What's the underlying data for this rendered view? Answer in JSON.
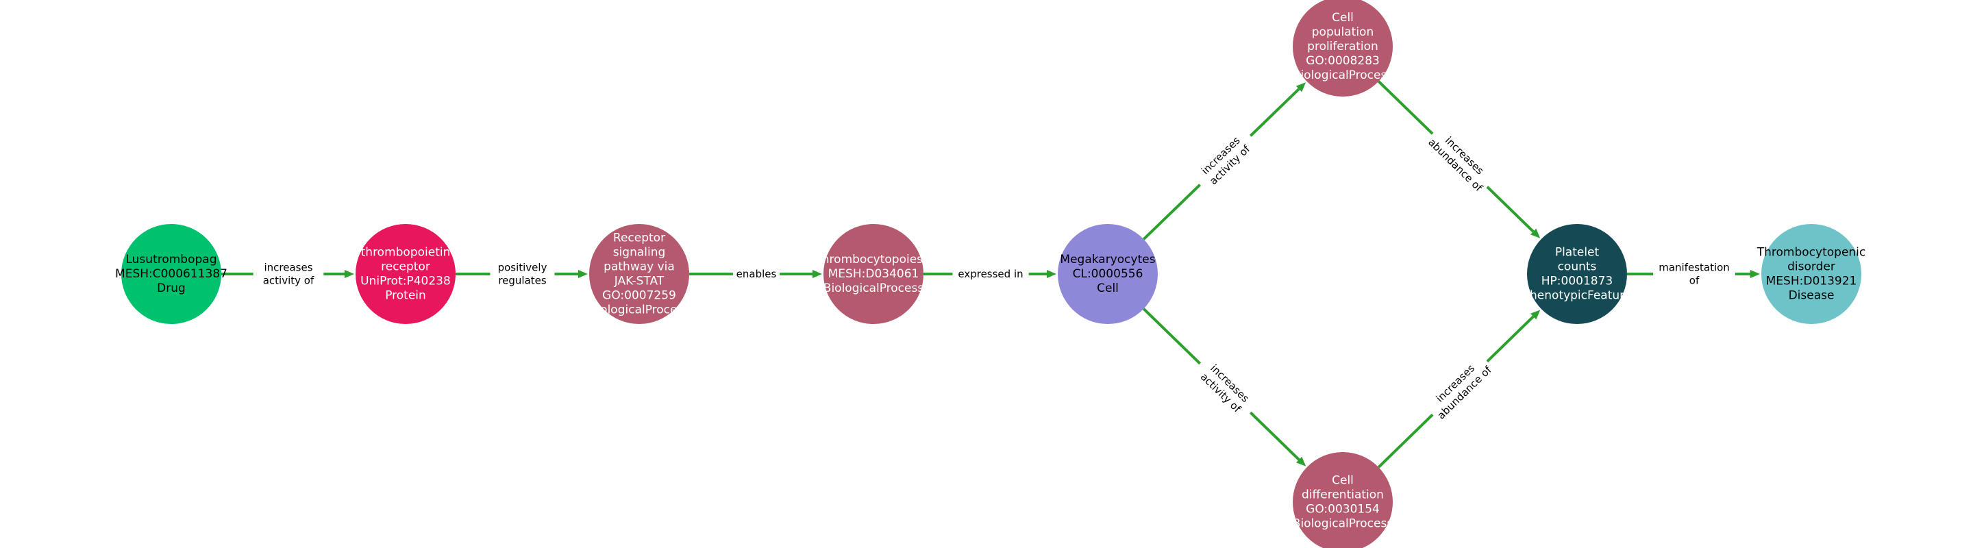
{
  "colors": {
    "edge": "#2ca02c",
    "Drug": "#00c16e",
    "Protein": "#e8175d",
    "BiologicalProcess": "#b5596e",
    "Cell": "#8e88d8",
    "PhenotypicFeature": "#154a55",
    "Disease": "#6ec3c9"
  },
  "nodes": [
    {
      "id": "lusutrombopag",
      "lines": [
        "Lusutrombopag",
        "MESH:C000611387",
        "Drug"
      ],
      "category": "Drug",
      "text_color": "#000000"
    },
    {
      "id": "tpo-receptor",
      "lines": [
        "thrombopoietin",
        "receptor",
        "UniProt:P40238",
        "Protein"
      ],
      "category": "Protein",
      "text_color": "#ffffff"
    },
    {
      "id": "jak-stat",
      "lines": [
        "Receptor",
        "signaling",
        "pathway via",
        "JAK-STAT",
        "GO:0007259",
        "BiologicalProcess"
      ],
      "category": "BiologicalProcess",
      "text_color": "#ffffff"
    },
    {
      "id": "thrombocytopoiesis",
      "lines": [
        "Thrombocytopoiesis",
        "MESH:D034061",
        "BiologicalProcess"
      ],
      "category": "BiologicalProcess",
      "text_color": "#ffffff"
    },
    {
      "id": "megakaryocytes",
      "lines": [
        "Megakaryocytes",
        "CL:0000556",
        "Cell"
      ],
      "category": "Cell",
      "text_color": "#000000"
    },
    {
      "id": "cell-proliferation",
      "lines": [
        "Cell",
        "population",
        "proliferation",
        "GO:0008283",
        "BiologicalProcess"
      ],
      "category": "BiologicalProcess",
      "text_color": "#ffffff"
    },
    {
      "id": "cell-differentiation",
      "lines": [
        "Cell",
        "differentiation",
        "GO:0030154",
        "BiologicalProcess"
      ],
      "category": "BiologicalProcess",
      "text_color": "#ffffff"
    },
    {
      "id": "platelet-counts",
      "lines": [
        "Platelet",
        "counts",
        "HP:0001873",
        "PhenotypicFeature"
      ],
      "category": "PhenotypicFeature",
      "text_color": "#ffffff"
    },
    {
      "id": "thrombocytopenic-disorder",
      "lines": [
        "Thrombocytopenic",
        "disorder",
        "MESH:D013921",
        "Disease"
      ],
      "category": "Disease",
      "text_color": "#000000"
    }
  ],
  "edges": [
    {
      "from": "lusutrombopag",
      "to": "tpo-receptor",
      "lines": [
        "increases",
        "activity of"
      ]
    },
    {
      "from": "tpo-receptor",
      "to": "jak-stat",
      "lines": [
        "positively",
        "regulates"
      ]
    },
    {
      "from": "jak-stat",
      "to": "thrombocytopoiesis",
      "lines": [
        "enables"
      ]
    },
    {
      "from": "thrombocytopoiesis",
      "to": "megakaryocytes",
      "lines": [
        "expressed in"
      ]
    },
    {
      "from": "megakaryocytes",
      "to": "cell-proliferation",
      "lines": [
        "increases",
        "activity of"
      ]
    },
    {
      "from": "megakaryocytes",
      "to": "cell-differentiation",
      "lines": [
        "increases",
        "activity of"
      ]
    },
    {
      "from": "cell-proliferation",
      "to": "platelet-counts",
      "lines": [
        "increases",
        "abundance of"
      ]
    },
    {
      "from": "cell-differentiation",
      "to": "platelet-counts",
      "lines": [
        "increases",
        "abundance of"
      ]
    },
    {
      "from": "platelet-counts",
      "to": "thrombocytopenic-disorder",
      "lines": [
        "manifestation",
        "of"
      ]
    }
  ]
}
